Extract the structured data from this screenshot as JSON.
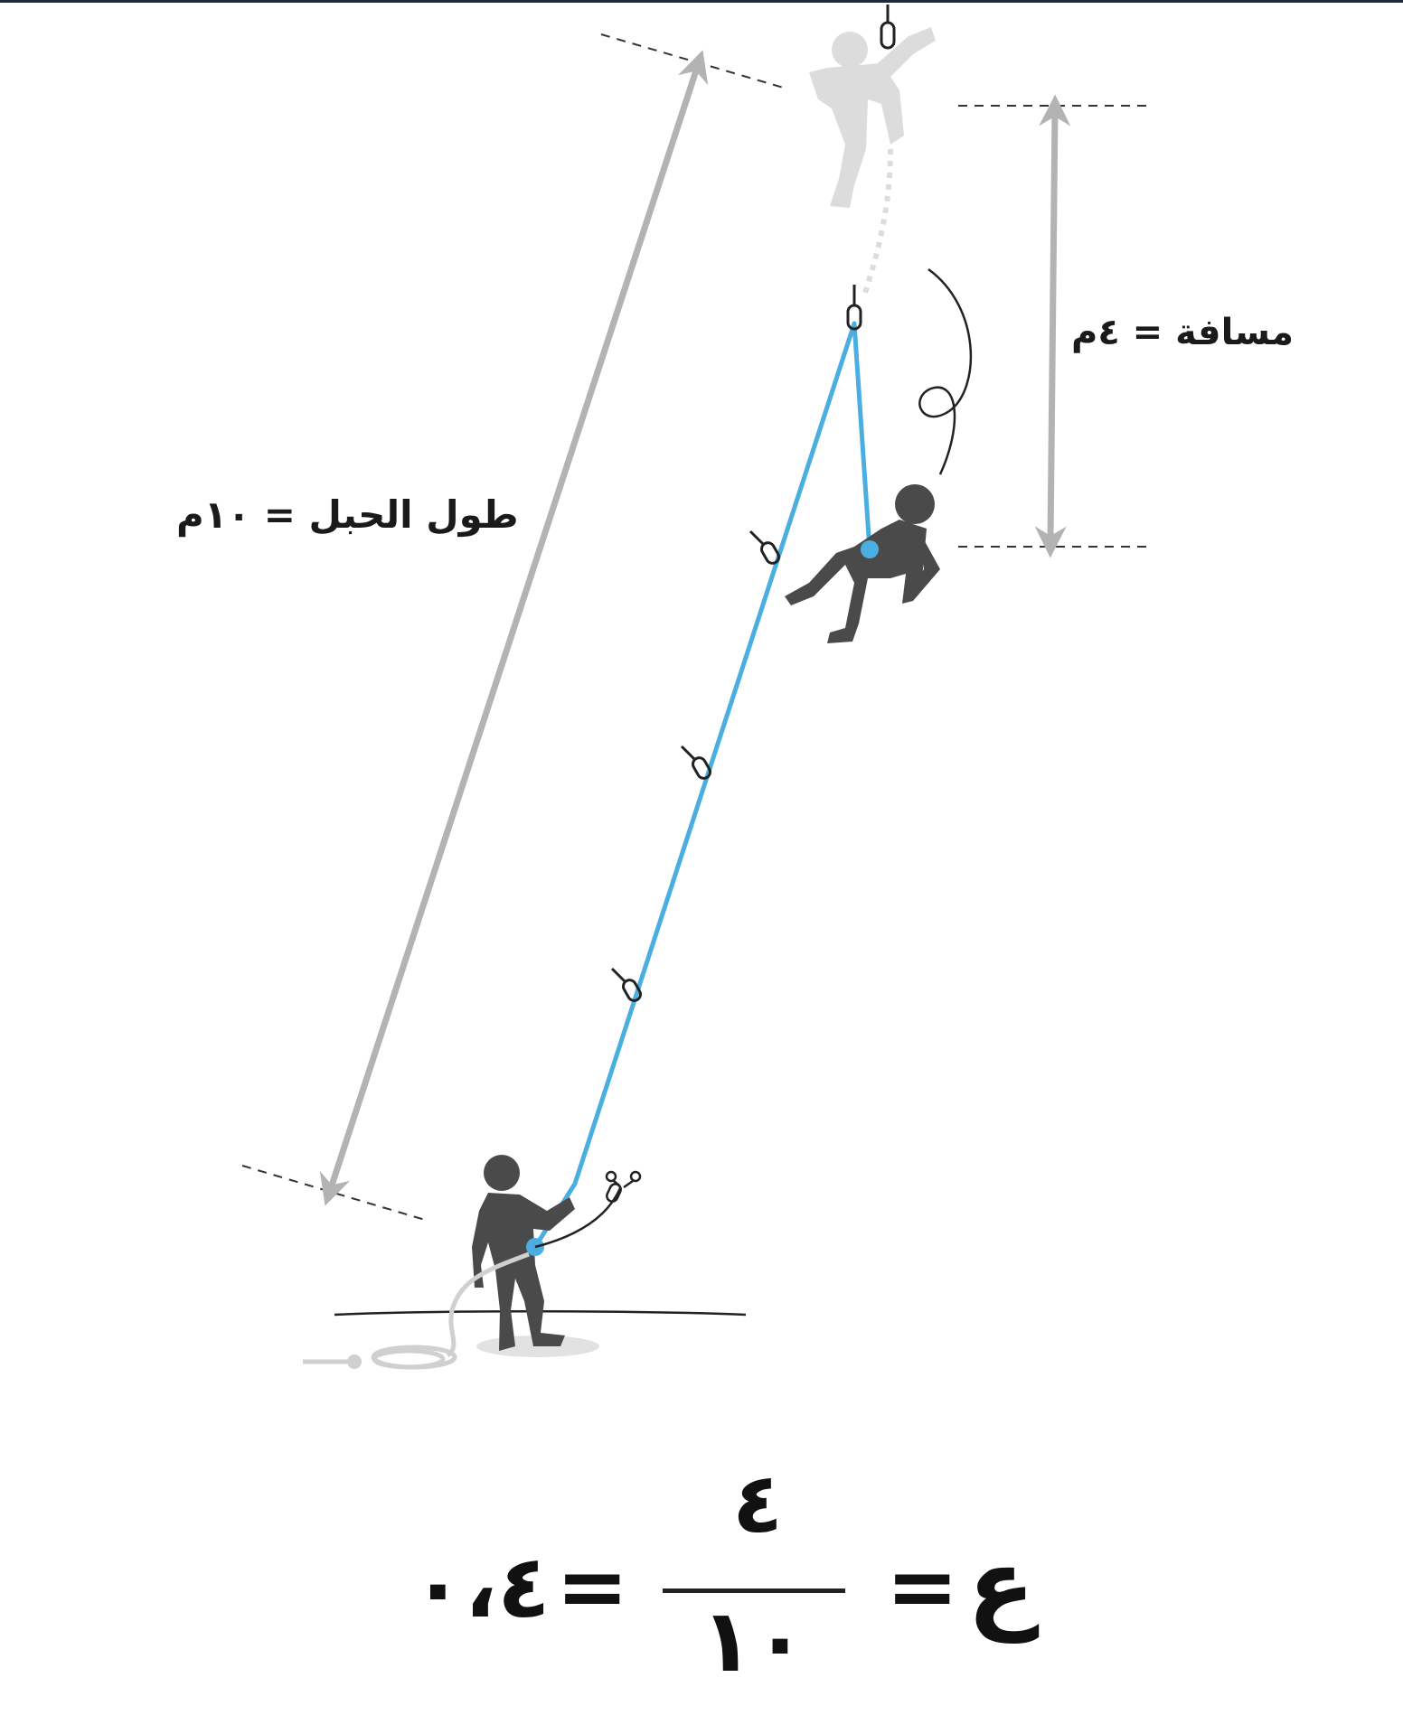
{
  "labels": {
    "rope_length": "طول الحبل = ١٠م",
    "distance": "مسافة = ٤م"
  },
  "equation": {
    "variable": "ع",
    "equals": "=",
    "numerator": "٤",
    "denominator": "١٠",
    "result": "٠،٤"
  },
  "colors": {
    "rope": "#4aaee0",
    "arrow": "#b3b3b3",
    "figure": "#4a4a4a",
    "ghost_figure": "#dcdcdc",
    "ink": "#1a1a1a"
  },
  "icons": [
    "climber-falling-icon",
    "climber-ghost-icon",
    "belayer-icon",
    "carabiner-icon",
    "rope-coil-icon"
  ]
}
